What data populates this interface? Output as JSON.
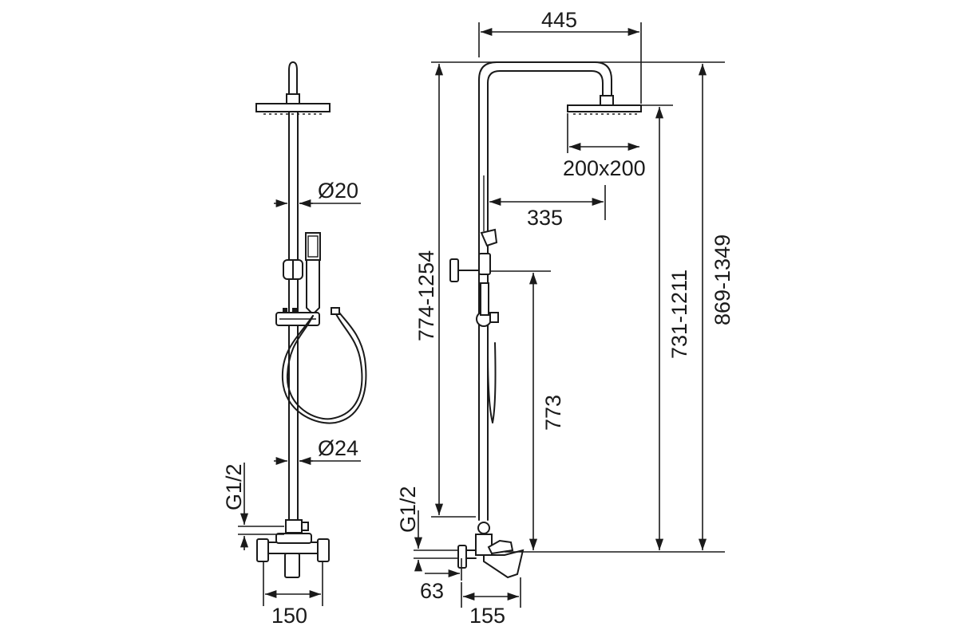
{
  "diagram": {
    "colors": {
      "line": "#1a1a1a",
      "background": "#ffffff"
    },
    "front_view": {
      "diameter_upper": "Ø20",
      "diameter_lower": "Ø24",
      "inlet_thread": "G1/2",
      "inlet_spacing": "150"
    },
    "side_view": {
      "arm_projection": "445",
      "head_size": "200x200",
      "head_offset": "335",
      "height_to_top": "774-1254",
      "height_to_head": "731-1211",
      "total_height": "869-1349",
      "slider_height": "773",
      "inlet_thread": "G1/2",
      "inlet_offset": "63",
      "mixer_depth": "155"
    }
  }
}
